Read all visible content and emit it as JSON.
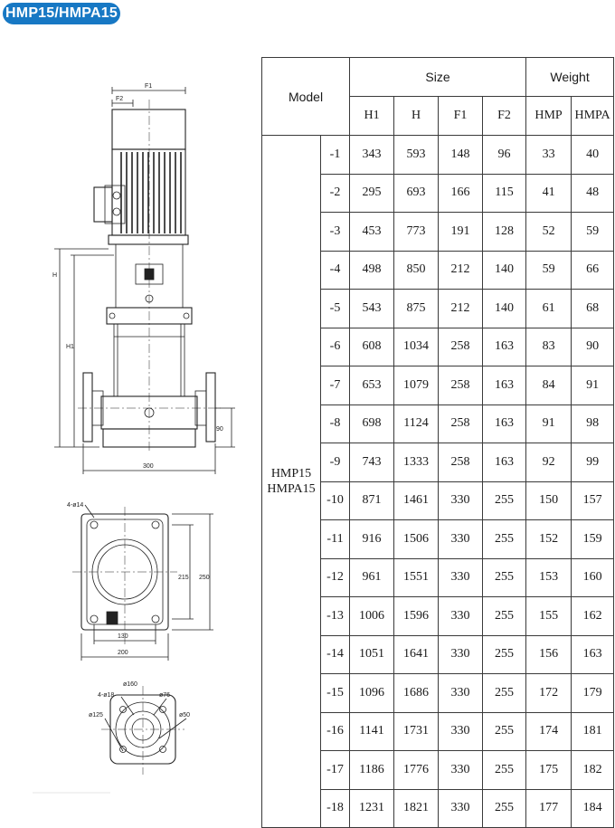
{
  "series_badge": "HMP15/HMPA15",
  "drawing_labels": {
    "f1": "F1",
    "f2": "F2",
    "h": "H",
    "h1": "H1",
    "dim_300": "300",
    "dim_90": "90",
    "dim_4_14": "4-ø14",
    "dim_215": "215",
    "dim_250": "250",
    "dim_130": "130",
    "dim_200": "200",
    "dim_160": "ø160",
    "dim_4_18": "4-ø18",
    "dim_76": "ø76",
    "dim_125": "ø125",
    "dim_50": "ø50"
  },
  "table": {
    "model_header": "Model",
    "size_header": "Size",
    "weight_header": "Weight",
    "columns": [
      "H1",
      "H",
      "F1",
      "F2",
      "HMP",
      "HMPA"
    ],
    "model_name_line1": "HMP15",
    "model_name_line2": "HMPA15",
    "rows": [
      [
        "-1",
        "343",
        "593",
        "148",
        "96",
        "33",
        "40"
      ],
      [
        "-2",
        "295",
        "693",
        "166",
        "115",
        "41",
        "48"
      ],
      [
        "-3",
        "453",
        "773",
        "191",
        "128",
        "52",
        "59"
      ],
      [
        "-4",
        "498",
        "850",
        "212",
        "140",
        "59",
        "66"
      ],
      [
        "-5",
        "543",
        "875",
        "212",
        "140",
        "61",
        "68"
      ],
      [
        "-6",
        "608",
        "1034",
        "258",
        "163",
        "83",
        "90"
      ],
      [
        "-7",
        "653",
        "1079",
        "258",
        "163",
        "84",
        "91"
      ],
      [
        "-8",
        "698",
        "1124",
        "258",
        "163",
        "91",
        "98"
      ],
      [
        "-9",
        "743",
        "1333",
        "258",
        "163",
        "92",
        "99"
      ],
      [
        "-10",
        "871",
        "1461",
        "330",
        "255",
        "150",
        "157"
      ],
      [
        "-11",
        "916",
        "1506",
        "330",
        "255",
        "152",
        "159"
      ],
      [
        "-12",
        "961",
        "1551",
        "330",
        "255",
        "153",
        "160"
      ],
      [
        "-13",
        "1006",
        "1596",
        "330",
        "255",
        "155",
        "162"
      ],
      [
        "-14",
        "1051",
        "1641",
        "330",
        "255",
        "156",
        "163"
      ],
      [
        "-15",
        "1096",
        "1686",
        "330",
        "255",
        "172",
        "179"
      ],
      [
        "-16",
        "1141",
        "1731",
        "330",
        "255",
        "174",
        "181"
      ],
      [
        "-17",
        "1186",
        "1776",
        "330",
        "255",
        "175",
        "182"
      ],
      [
        "-18",
        "1231",
        "1821",
        "330",
        "255",
        "177",
        "184"
      ]
    ]
  }
}
